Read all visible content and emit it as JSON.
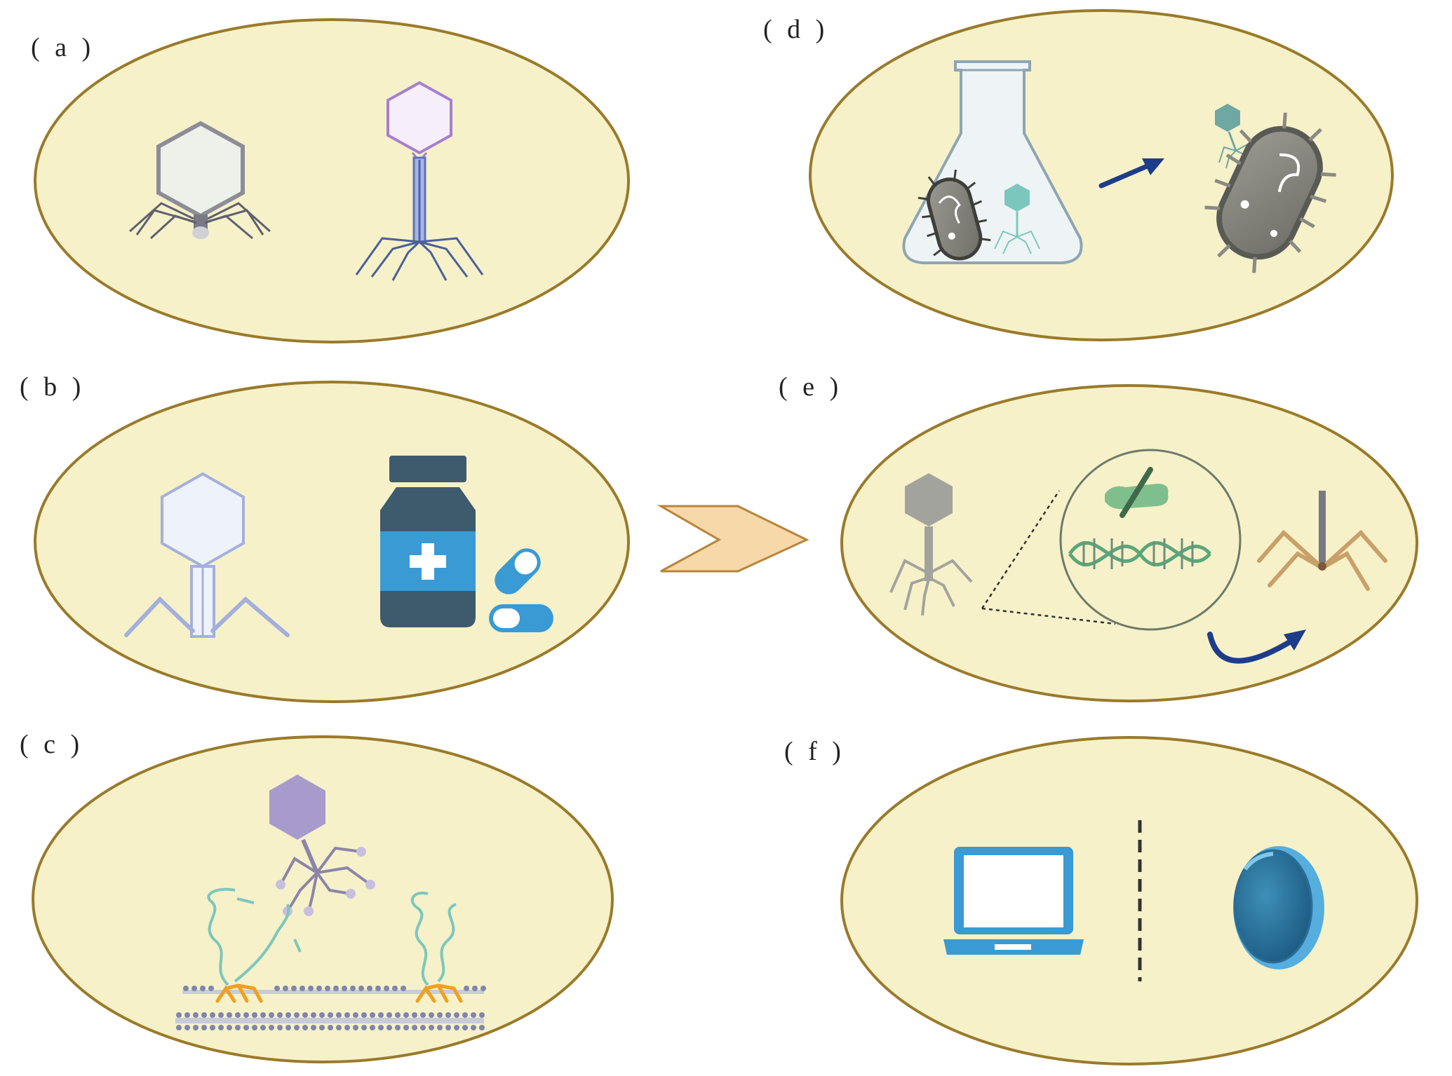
{
  "colors": {
    "ellipse_fill": "#f6f1c9",
    "ellipse_stroke": "#9a7a2a",
    "arrow_fill": "#f7d8a8",
    "arrow_stroke": "#b7853a",
    "teal": "#7cc7bd",
    "purple": "#b09fd0",
    "dark_slate": "#3e5b6e",
    "blue": "#3a9ad4",
    "navy": "#1d3c8a"
  },
  "panels": [
    {
      "id": "a",
      "label": "( a )",
      "icons": [
        "phage-icon",
        "phage-icon"
      ]
    },
    {
      "id": "b",
      "label": "( b )",
      "icons": [
        "phage-icon",
        "medicine-bottle-icon",
        "pill-icon"
      ]
    },
    {
      "id": "c",
      "label": "( c )",
      "icons": [
        "phage-icon",
        "cell-membrane-icon"
      ]
    },
    {
      "id": "d",
      "label": "( d )",
      "icons": [
        "flask-icon",
        "bacterium-icon",
        "phage-icon",
        "arrow-icon"
      ]
    },
    {
      "id": "e",
      "label": "( e )",
      "icons": [
        "phage-icon",
        "dna-icon",
        "hand-pencil-icon",
        "phage-tail-icon",
        "arrow-icon"
      ]
    },
    {
      "id": "f",
      "label": "( f )",
      "icons": [
        "laptop-icon",
        "petri-dish-icon"
      ]
    }
  ],
  "center_arrow": "chevron-right-icon"
}
